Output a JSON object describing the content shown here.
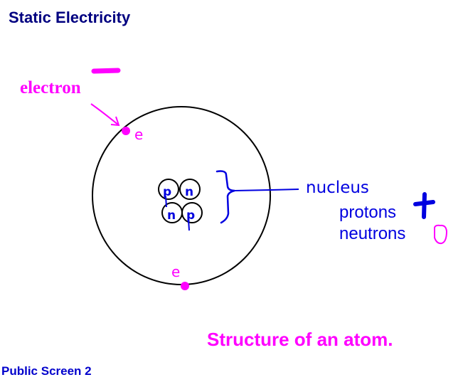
{
  "title": "Static Electricity",
  "footer": "Public Screen 2",
  "caption": "Structure of an atom.",
  "labels": {
    "electron": "electron",
    "electron_symbol": "e",
    "nucleus": "nucleus",
    "protons": "protons",
    "neutrons": "neutrons",
    "proton_symbol": "p",
    "neutron_symbol": "n"
  },
  "nucleus_particles": [
    "p",
    "n",
    "n",
    "p"
  ],
  "charges": {
    "electron": "negative",
    "proton": "positive",
    "neutron": "neutral"
  },
  "colors": {
    "title": "#000080",
    "annotation_magenta": "#ff00ff",
    "annotation_blue": "#0000e0",
    "outline": "#000000"
  }
}
